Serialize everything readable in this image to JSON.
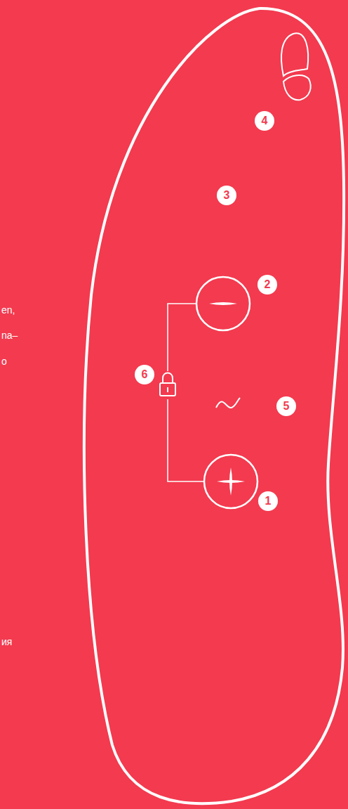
{
  "diagram": {
    "labels": [
      "4",
      "3",
      "2",
      "en,",
      "6",
      "na–",
      "5",
      "o",
      "1",
      "ия"
    ]
  }
}
